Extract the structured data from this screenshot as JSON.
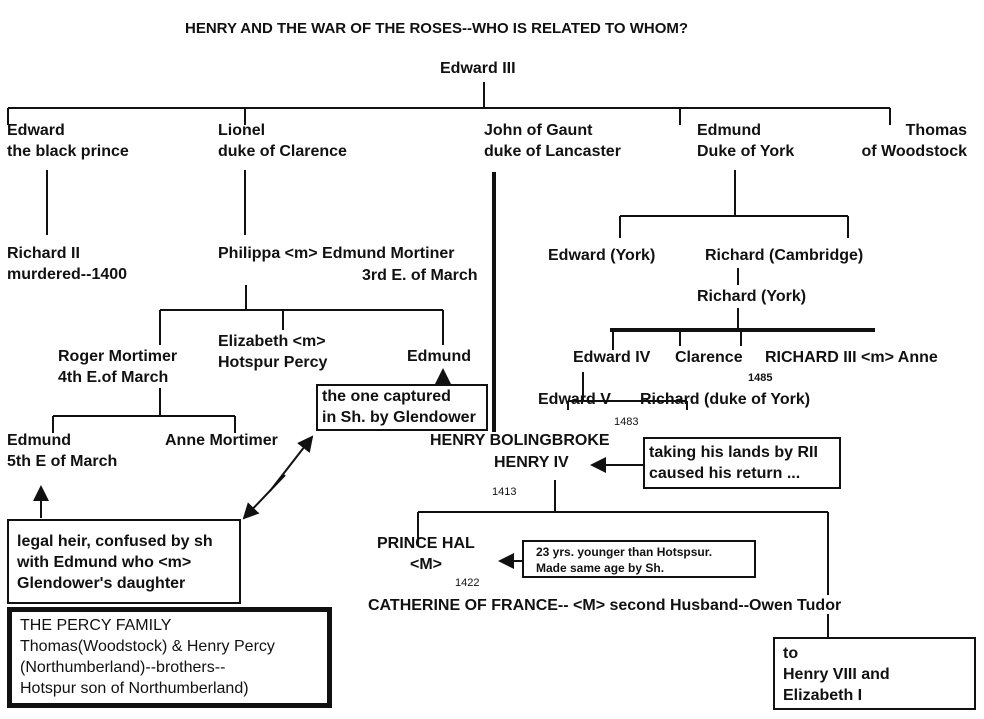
{
  "title": "HENRY AND THE WAR OF THE ROSES--WHO IS RELATED TO WHOM?",
  "root": "Edward III",
  "children": [
    {
      "l1": "Edward",
      "l2": "the black prince"
    },
    {
      "l1": "Lionel",
      "l2": "duke of Clarence"
    },
    {
      "l1": "John of Gaunt",
      "l2": "duke of Lancaster"
    },
    {
      "l1": "Edmund",
      "l2": "Duke of York"
    },
    {
      "l1": "Thomas",
      "l2": "of Woodstock"
    }
  ],
  "richard2": {
    "l1": "Richard II",
    "l2": "murdered--1400"
  },
  "philippa": {
    "l1": "Philippa <m> Edmund Mortiner",
    "l2": "3rd E. of March"
  },
  "roger": {
    "l1": "Roger Mortimer",
    "l2": "4th E.of March"
  },
  "elizabeth": {
    "l1": "Elizabeth <m>",
    "l2": "Hotspur Percy"
  },
  "edmund_lionel": "Edmund",
  "captured_note": {
    "l1": "the one captured",
    "l2": "in Sh. by Glendower"
  },
  "edmund5": {
    "l1": "Edmund",
    "l2": "5th E of March"
  },
  "anne_mortimer": "Anne Mortimer",
  "heir_note": {
    "l1": "legal heir, confused by sh",
    "l2": "with Edmund who <m>",
    "l3": "Glendower's daughter"
  },
  "percy": {
    "l1": "THE PERCY FAMILY",
    "l2": "Thomas(Woodstock) & Henry Percy",
    "l3": "(Northumberland)--brothers--",
    "l4": "Hotspur son of Northumberland)"
  },
  "york": {
    "edward": "Edward (York)",
    "richard_cam": "Richard (Cambridge)",
    "richard_york": "Richard (York)",
    "edward4": "Edward IV",
    "clarence": "Clarence",
    "richard3": "RICHARD III <m> Anne",
    "y1485": "1485",
    "edward5": "Edward V",
    "richard_duke": "Richard (duke of York)",
    "y1483": "1483"
  },
  "henry": {
    "l1": "HENRY BOLINGBROKE",
    "l2": "HENRY IV",
    "year": "1413"
  },
  "lands_note": {
    "l1": "taking his lands by RII",
    "l2": "caused his return ..."
  },
  "hal": {
    "l1": "PRINCE HAL",
    "l2": "<M>",
    "year": "1422"
  },
  "hal_note": {
    "l1": "23 yrs. younger than Hotspsur.",
    "l2": "Made same age by Sh."
  },
  "catherine": "CATHERINE OF FRANCE-- <M> second Husband--Owen Tudor",
  "tudor_note": {
    "l1": "to",
    "l2": "Henry VIII and",
    "l3": "Elizabeth I"
  }
}
